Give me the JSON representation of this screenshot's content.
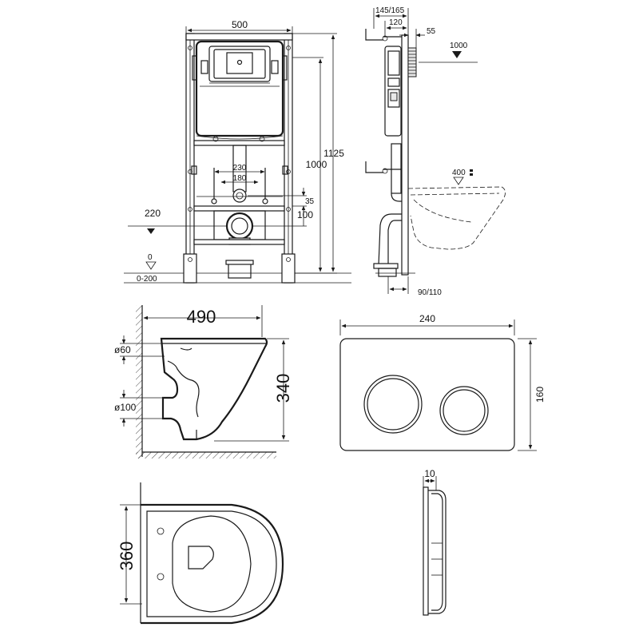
{
  "frame_front": {
    "width": "500",
    "height_total": "1125",
    "height_inner": "1000",
    "w_outer_pipe": "230",
    "w_inner_pipe": "180",
    "offset_35": "35",
    "offset_100": "100",
    "level_220": "220",
    "level_0": "0",
    "level_range": "0-200"
  },
  "frame_side": {
    "depth": "145/165",
    "d_120": "120",
    "d_55": "55",
    "level_1000": "1000",
    "level_400": "400",
    "bottom": "90/110"
  },
  "bowl_side": {
    "length": "490",
    "height": "340",
    "d_upper": "ø60",
    "d_lower": "ø100"
  },
  "flush_plate": {
    "width": "240",
    "height": "160",
    "thickness": "10"
  },
  "bowl_top": {
    "width": "360"
  }
}
